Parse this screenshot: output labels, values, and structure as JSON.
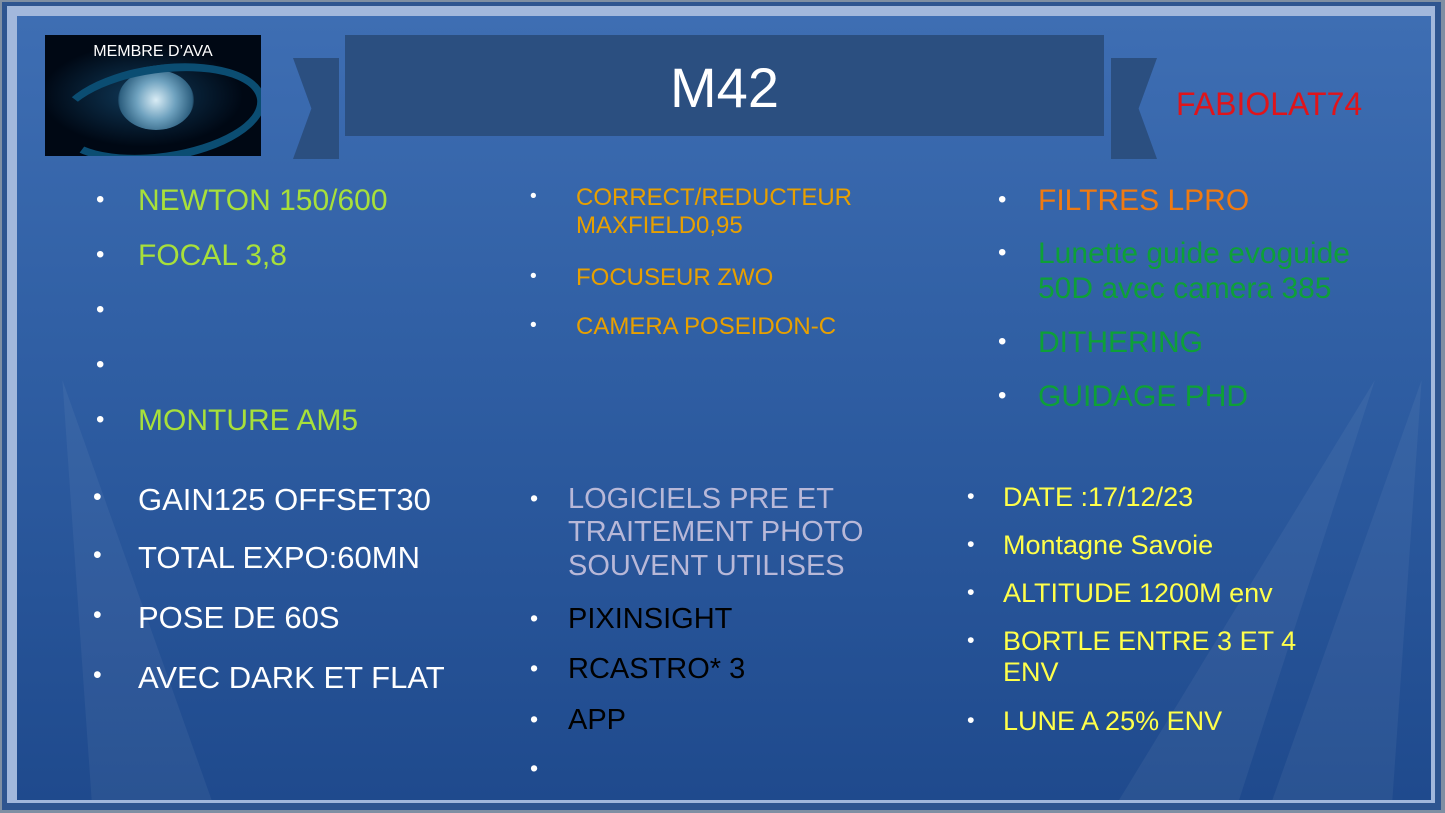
{
  "slide": {
    "title": "M42",
    "author": "FABIOLAT74",
    "logo_text": "MEMBRE D’AVA",
    "bullet_glyph": "•",
    "colors": {
      "lime": "#a8e03a",
      "orange": "#e8a000",
      "dark_orange": "#ef7a12",
      "green": "#0ea038",
      "white": "#ffffff",
      "lavender": "#b8b8d8",
      "black": "#000000",
      "yellow": "#ffff4a",
      "author_red": "#e0141a"
    }
  },
  "equipment_left": [
    "NEWTON 150/600",
    "FOCAL 3,8",
    "",
    "",
    "MONTURE AM5"
  ],
  "equipment_middle": [
    "CORRECT/REDUCTEUR MAXFIELD0,95",
    "FOCUSEUR ZWO",
    "CAMERA POSEIDON-C"
  ],
  "equipment_right": [
    "FILTRES  LPRO",
    "Lunette guide evoguide 50D avec camera 385",
    "DITHERING",
    "GUIDAGE PHD"
  ],
  "acquisition": [
    "GAIN125  OFFSET30",
    "TOTAL  EXPO:60MN",
    "POSE DE  60S",
    "AVEC DARK ET FLAT"
  ],
  "software": [
    "LOGICIELS PRE ET TRAITEMENT PHOTO SOUVENT UTILISES",
    "PIXINSIGHT",
    "RCASTRO* 3",
    "APP",
    ""
  ],
  "conditions": [
    "DATE :17/12/23",
    "Montagne  Savoie",
    "ALTITUDE 1200M env",
    "BORTLE ENTRE 3 ET 4 ENV",
    "LUNE A  25% ENV"
  ]
}
